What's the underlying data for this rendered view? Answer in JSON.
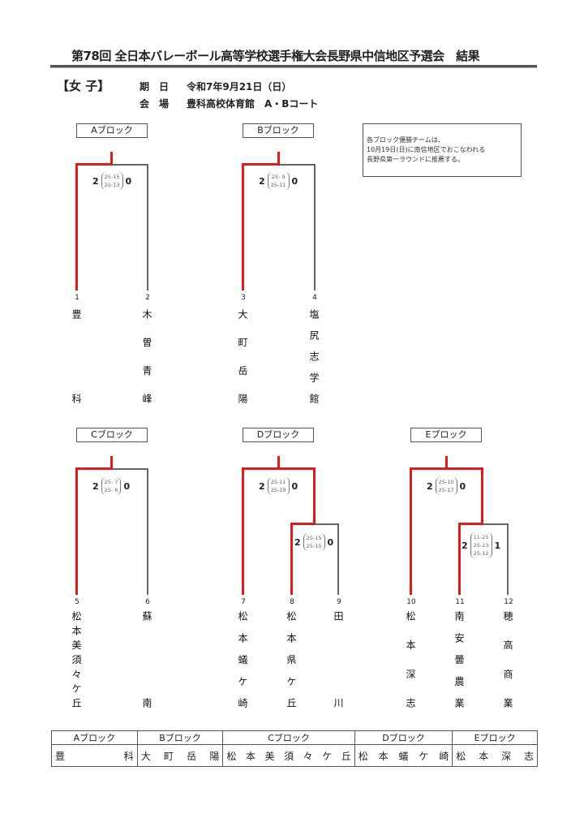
{
  "title": "第78回 全日本バレーボール高等学校選手権大会長野県中信地区予選会　結果",
  "category": "【女 子】",
  "date_label": "期　日",
  "date": "令和7年9月21日（日）",
  "venue_label": "会　場",
  "venue": "豊科高校体育館　A・Bコート",
  "note": [
    "各ブロック優勝チームは、",
    "10月19日(日)に南信地区でおこなわれる",
    "長野県第一ラウンドに推薦する。"
  ],
  "blocks": {
    "A": {
      "label": "Aブロック",
      "match": {
        "w": "2",
        "l": "0",
        "sets": [
          "25-15",
          "25-13"
        ]
      }
    },
    "B": {
      "label": "Bブロック",
      "match": {
        "w": "2",
        "l": "0",
        "sets": [
          "25- 9",
          "25-11"
        ]
      }
    },
    "C": {
      "label": "Cブロック",
      "match": {
        "w": "2",
        "l": "0",
        "sets": [
          "25- 7",
          "25- 6"
        ]
      }
    },
    "D": {
      "label": "Dブロック",
      "match1": {
        "w": "2",
        "l": "0",
        "sets": [
          "25-15",
          "25-15"
        ]
      },
      "final": {
        "w": "2",
        "l": "0",
        "sets": [
          "25-11",
          "25-19"
        ]
      }
    },
    "E": {
      "label": "Eブロック",
      "match1": {
        "w": "2",
        "l": "1",
        "sets": [
          "11-25",
          "25-23",
          "25-12"
        ]
      },
      "final": {
        "w": "2",
        "l": "0",
        "sets": [
          "25-10",
          "25-17"
        ]
      }
    }
  },
  "teams": [
    {
      "no": "1",
      "name": "豊科"
    },
    {
      "no": "2",
      "name": "木曽青峰"
    },
    {
      "no": "3",
      "name": "大町岳陽"
    },
    {
      "no": "4",
      "name": "塩尻志学館"
    },
    {
      "no": "5",
      "name": "松本美須々ケ丘"
    },
    {
      "no": "6",
      "name": "蘇南"
    },
    {
      "no": "7",
      "name": "松本蟻ケ崎"
    },
    {
      "no": "8",
      "name": "松本県ケ丘"
    },
    {
      "no": "9",
      "name": "田川"
    },
    {
      "no": "10",
      "name": "松本深志"
    },
    {
      "no": "11",
      "name": "南安曇農業"
    },
    {
      "no": "12",
      "name": "穂高商業"
    }
  ],
  "results": {
    "headers": [
      "Aブロック",
      "Bブロック",
      "Cブロック",
      "Dブロック",
      "Eブロック"
    ],
    "winners": [
      "豊科",
      "大町岳陽",
      "松本美須々ケ丘",
      "松本蟻ケ崎",
      "松本深志"
    ]
  }
}
